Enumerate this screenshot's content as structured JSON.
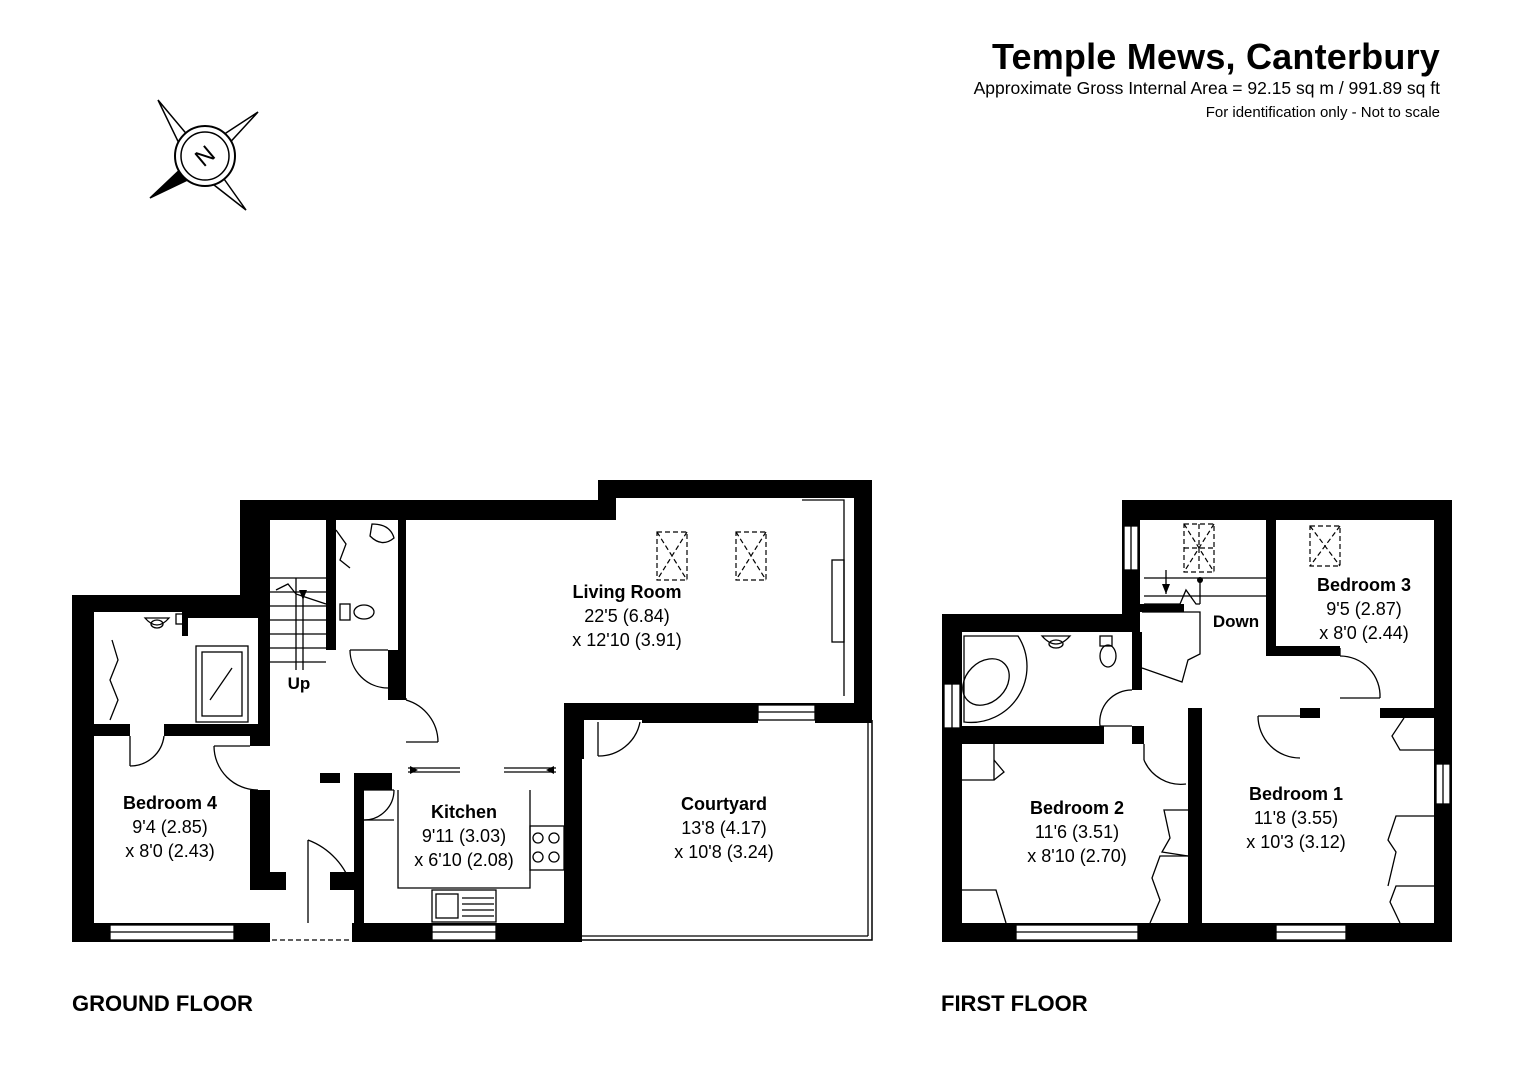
{
  "header": {
    "title": "Temple Mews, Canterbury",
    "area": "Approximate Gross Internal Area = 92.15 sq m / 991.89 sq ft",
    "disclaimer": "For identification only - Not to scale"
  },
  "compass": {
    "letter": "N",
    "icon": "compass-icon"
  },
  "ground_floor": {
    "label": "GROUND FLOOR",
    "stairs_label": "Up",
    "rooms": {
      "living_room": {
        "name": "Living Room",
        "dim1": "22'5 (6.84)",
        "dim2": "x 12'10 (3.91)"
      },
      "kitchen": {
        "name": "Kitchen",
        "dim1": "9'11 (3.03)",
        "dim2": "x 6'10 (2.08)"
      },
      "courtyard": {
        "name": "Courtyard",
        "dim1": "13'8 (4.17)",
        "dim2": "x 10'8 (3.24)"
      },
      "bedroom4": {
        "name": "Bedroom 4",
        "dim1": "9'4 (2.85)",
        "dim2": "x 8'0 (2.43)"
      }
    }
  },
  "first_floor": {
    "label": "FIRST FLOOR",
    "stairs_label": "Down",
    "rooms": {
      "bedroom3": {
        "name": "Bedroom 3",
        "dim1": "9'5 (2.87)",
        "dim2": "x 8'0 (2.44)"
      },
      "bedroom2": {
        "name": "Bedroom 2",
        "dim1": "11'6 (3.51)",
        "dim2": "x 8'10 (2.70)"
      },
      "bedroom1": {
        "name": "Bedroom 1",
        "dim1": "11'8 (3.55)",
        "dim2": "x 10'3 (3.12)"
      }
    }
  }
}
